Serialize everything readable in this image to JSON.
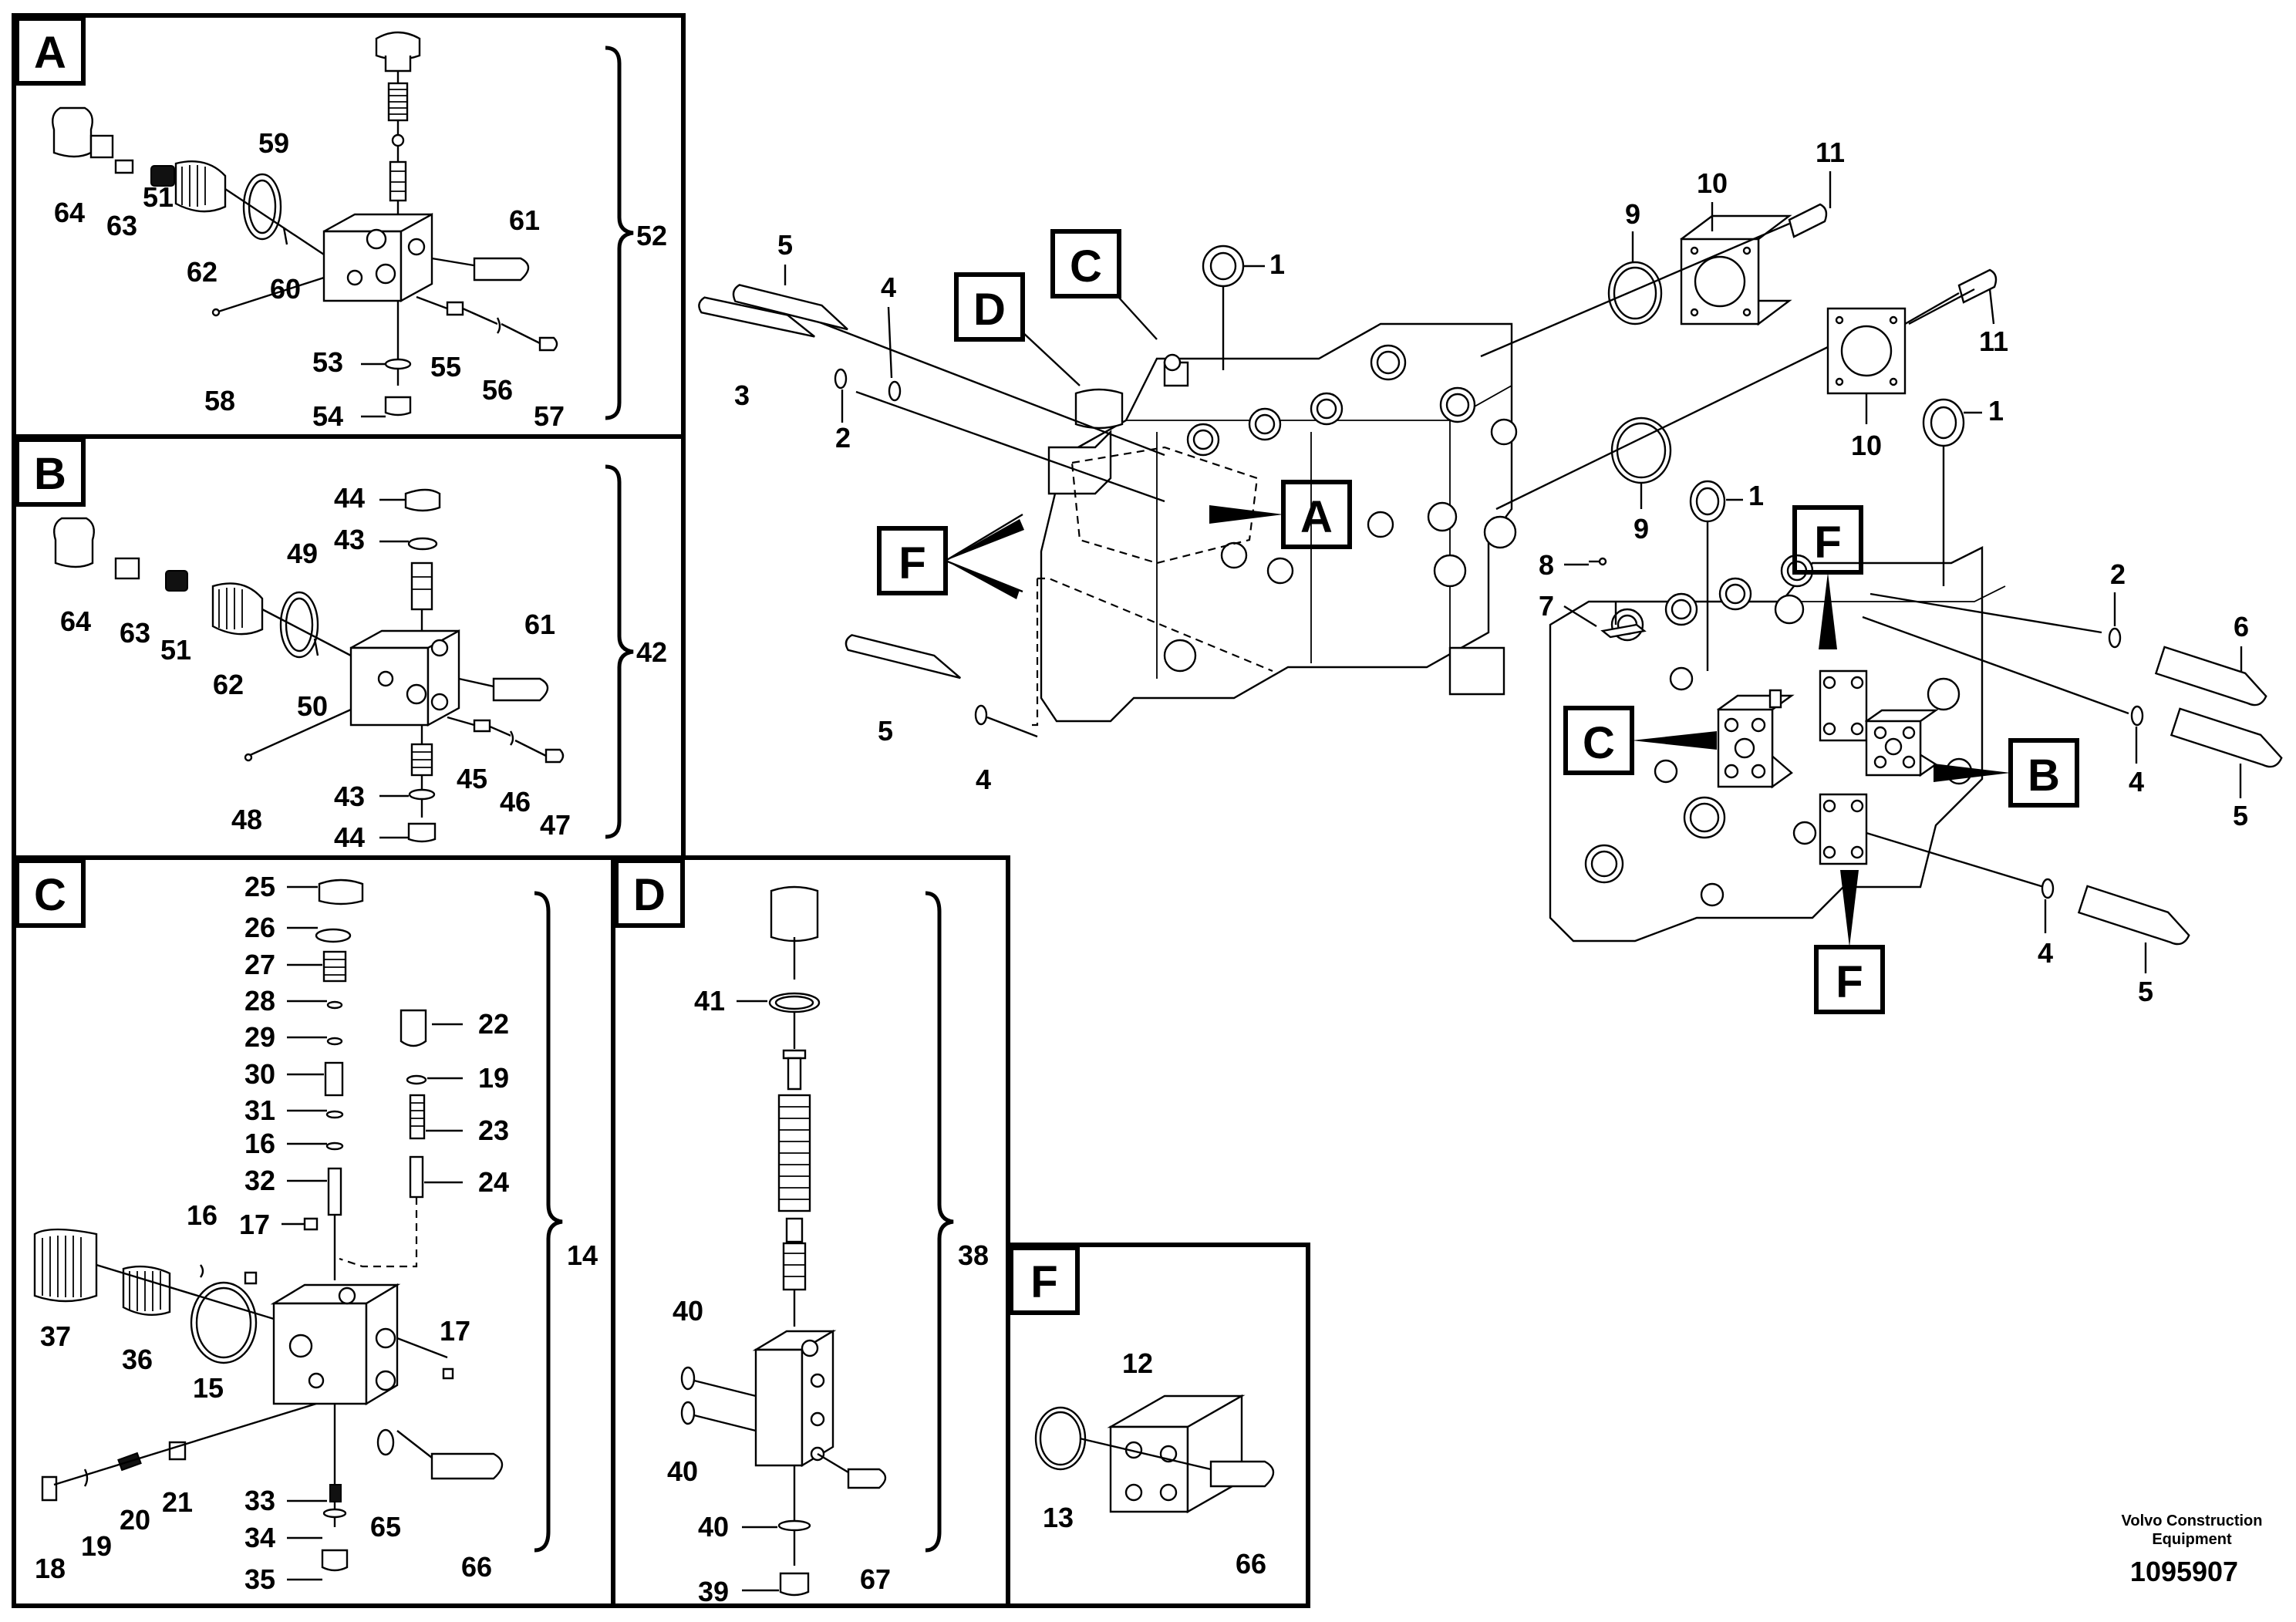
{
  "panels": {
    "A": {
      "letter": "A",
      "group": "52"
    },
    "B": {
      "letter": "B",
      "group": "42"
    },
    "C": {
      "letter": "C",
      "group": "14"
    },
    "D": {
      "letter": "D",
      "group": "38"
    },
    "F": {
      "letter": "F"
    }
  },
  "main_callouts": {
    "A": "A",
    "B": "B",
    "C1": "C",
    "C2": "C",
    "D": "D",
    "F1": "F",
    "F2": "F",
    "F3": "F"
  },
  "parts": {
    "p1": "1",
    "p2": "2",
    "p3": "3",
    "p4": "4",
    "p5": "5",
    "p6": "6",
    "p7": "7",
    "p8": "8",
    "p9": "9",
    "p10": "10",
    "p11": "11",
    "p12": "12",
    "p13": "13",
    "p15": "15",
    "p16": "16",
    "p17": "17",
    "p18": "18",
    "p19": "19",
    "p20": "20",
    "p21": "21",
    "p22": "22",
    "p23": "23",
    "p24": "24",
    "p25": "25",
    "p26": "26",
    "p27": "27",
    "p28": "28",
    "p29": "29",
    "p30": "30",
    "p31": "31",
    "p32": "32",
    "p33": "33",
    "p34": "34",
    "p35": "35",
    "p36": "36",
    "p37": "37",
    "p39": "39",
    "p40": "40",
    "p41": "41",
    "p43": "43",
    "p44": "44",
    "p45": "45",
    "p46": "46",
    "p47": "47",
    "p48": "48",
    "p49": "49",
    "p50": "50",
    "p51": "51",
    "p53": "53",
    "p54": "54",
    "p55": "55",
    "p56": "56",
    "p57": "57",
    "p58": "58",
    "p59": "59",
    "p60": "60",
    "p61": "61",
    "p62": "62",
    "p63": "63",
    "p64": "64",
    "p65": "65",
    "p66": "66",
    "p67": "67"
  },
  "brand": {
    "line1": "Volvo Construction",
    "line2": "Equipment"
  },
  "drawing_number": "1095907"
}
